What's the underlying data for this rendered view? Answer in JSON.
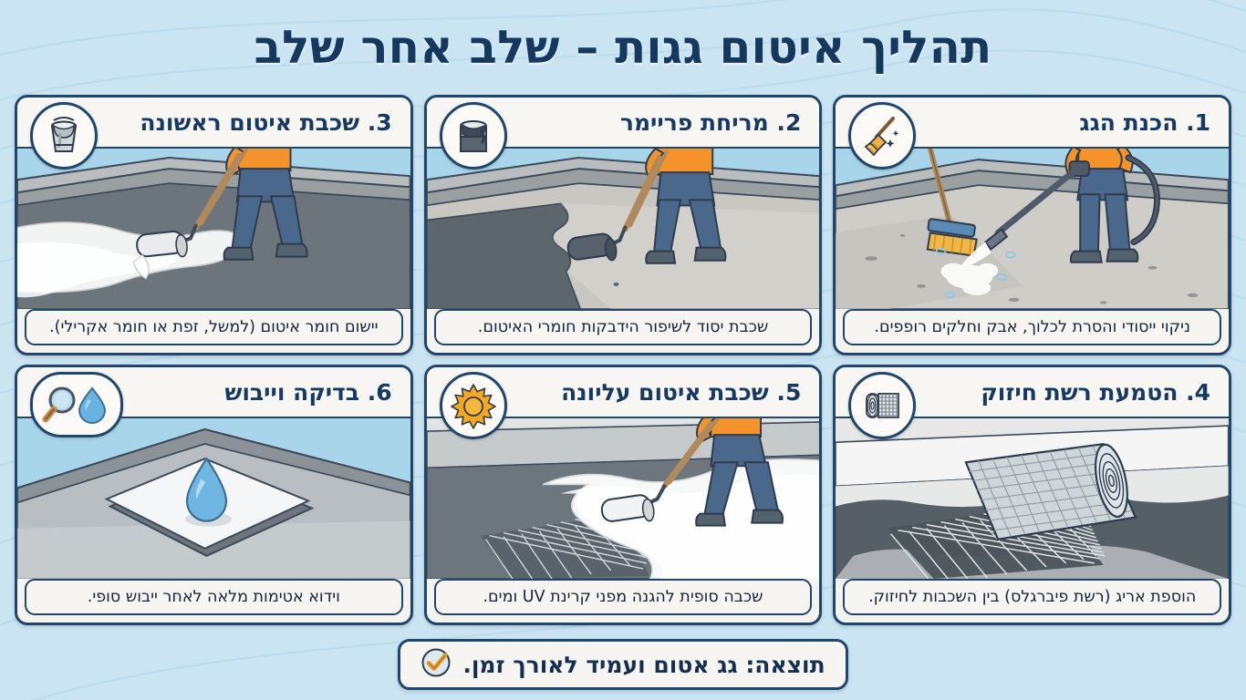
{
  "page": {
    "title": "תהליך איטום גגות – שלב אחר שלב",
    "background_color": "#cbe4f2",
    "frame_color": "#21466b",
    "title_color": "#15395e",
    "accent_orange": "#f29a2e",
    "accent_blue": "#4e86b8"
  },
  "steps": [
    {
      "number": "1",
      "title": "1. הכנת הגג",
      "caption": "ניקוי ייסודי והסרת לכלוך, אבק וחלקים רופפים.",
      "icon": "broom-icon",
      "illustration": "worker-pressure-washing-roof"
    },
    {
      "number": "2",
      "title": "2. מריחת פריימר",
      "caption": "שכבת יסוד לשיפור הידבקות חומרי האיטום.",
      "icon": "paint-can-icon",
      "illustration": "worker-rolling-primer"
    },
    {
      "number": "3",
      "title": "3. שכבת איטום ראשונה",
      "caption": "יישום חומר איטום (למשל, זפת או חומר אקרילי).",
      "icon": "bucket-icon",
      "illustration": "worker-applying-first-sealant-layer"
    },
    {
      "number": "4",
      "title": "4. הטמעת רשת חיזוק",
      "caption": "הוספת אריג (רשת פיברגלס) בין השכבות לחיזוק.",
      "icon": "mesh-roll-icon",
      "illustration": "fiberglass-mesh-roll-unrolling"
    },
    {
      "number": "5",
      "title": "5. שכבת איטום עליונה",
      "caption": "שכבה סופית להגנה מפני קרינת UV ומים.",
      "icon": "sun-icon",
      "illustration": "worker-rolling-top-coat"
    },
    {
      "number": "6",
      "title": "6. בדיקה וייבוש",
      "caption": "וידוא אטימות מלאה לאחר ייבוש סופי.",
      "icon": "magnifier-waterdrop-icon",
      "illustration": "water-drop-beading-on-sealed-roof"
    }
  ],
  "footer": {
    "text": "תוצאה: גג אטום ועמיד לאורך זמן.",
    "icon": "check-circle-icon"
  }
}
